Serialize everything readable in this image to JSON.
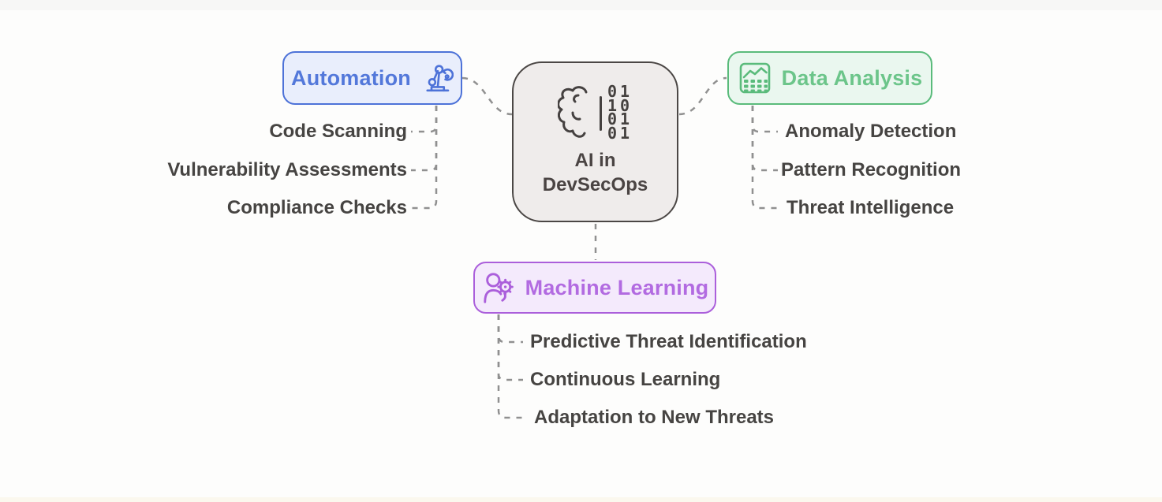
{
  "diagram": {
    "connector_color": "#909090",
    "background_color": "#fdfdfc"
  },
  "center_node": {
    "title_line1": "AI in",
    "title_line2": "DevSecOps",
    "icon": "brain-binary-icon",
    "binary_rows": [
      "01",
      "10",
      "01",
      "01"
    ],
    "colors": {
      "border": "#4b4745",
      "fill": "#efeceb",
      "text": "#4a4443"
    }
  },
  "branches": [
    {
      "id": "automation",
      "label": "Automation",
      "icon": "robot-arm-icon",
      "colors": {
        "border": "#4d72d8",
        "fill": "#e9eefc",
        "text": "#5378da"
      },
      "items": [
        "Code Scanning",
        "Vulnerability Assessments",
        "Compliance Checks"
      ]
    },
    {
      "id": "data-analysis",
      "label": "Data Analysis",
      "icon": "chart-grid-icon",
      "colors": {
        "border": "#5abb7b",
        "fill": "#eaf7ef",
        "text": "#6cc58a"
      },
      "items": [
        "Anomaly Detection",
        "Pattern Recognition",
        "Threat Intelligence"
      ]
    },
    {
      "id": "machine-learning",
      "label": "Machine Learning",
      "icon": "person-gear-icon",
      "colors": {
        "border": "#ab5fdb",
        "fill": "#f4eafc",
        "text": "#b26be1"
      },
      "items": [
        "Predictive Threat Identification",
        "Continuous Learning",
        "Adaptation to New Threats"
      ]
    }
  ]
}
